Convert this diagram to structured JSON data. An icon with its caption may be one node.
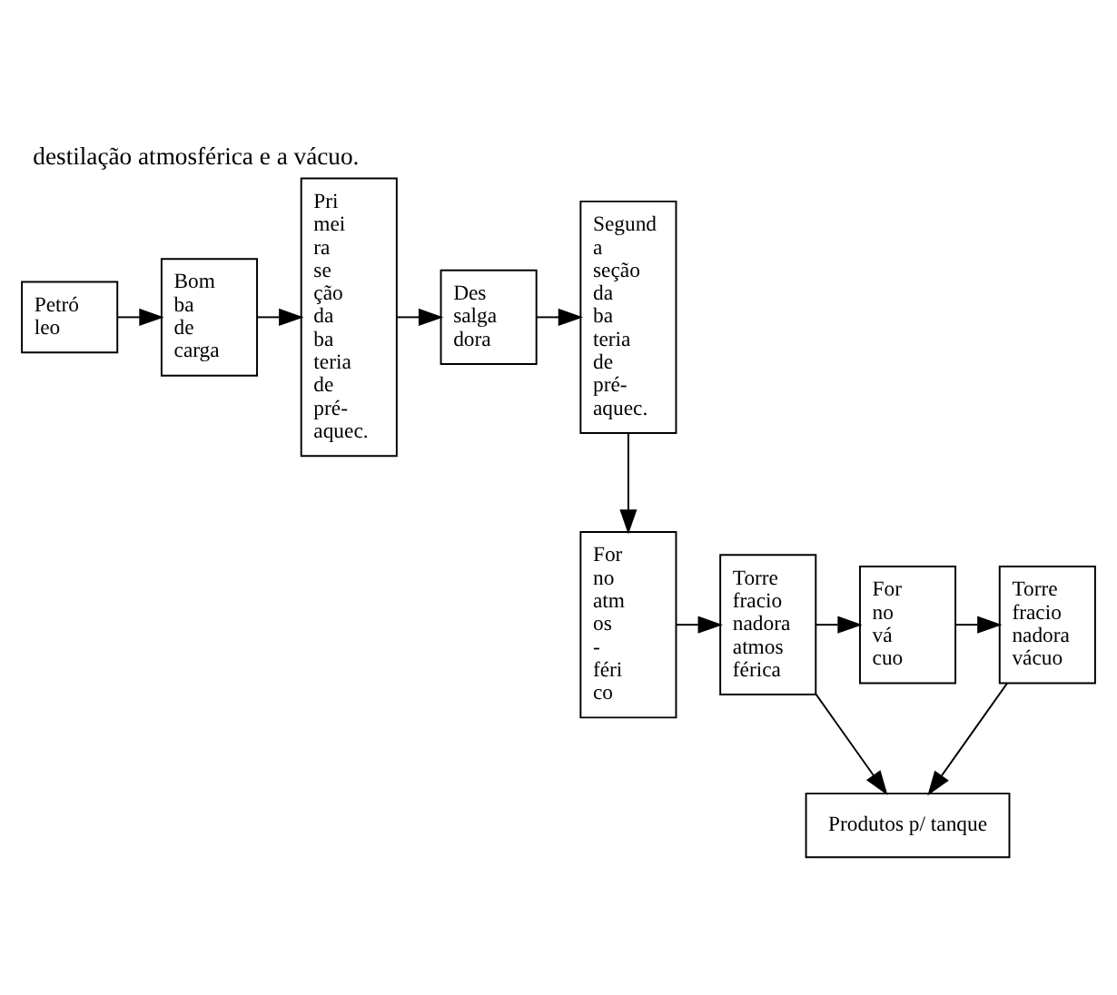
{
  "diagram": {
    "title": "destilação atmosférica e a vácuo.",
    "nodes": [
      {
        "text": [
          "Petró leo"
        ]
      },
      {
        "text": [
          "Bom ba de carga"
        ]
      },
      {
        "text": [
          "Pri mei ra se ção da ba teria de pré- aquec."
        ]
      },
      {
        "text": [
          "Des salga dora"
        ]
      },
      {
        "text": [
          "Segund a seção da ba teria de pré- aquec."
        ]
      },
      {
        "text": [
          "For no atm os - féri co"
        ]
      },
      {
        "text": [
          "Torre fracio nadora atmos férica"
        ]
      },
      {
        "text": [
          "For no vá cuo"
        ]
      },
      {
        "text": [
          "Torre fracio nadora vácuo"
        ]
      },
      {
        "text": [
          "Produtos p/ tanque"
        ]
      }
    ],
    "edges": [
      {
        "from": 0,
        "to": 1,
        "arrow": "to"
      },
      {
        "from": 1,
        "to": 2,
        "arrow": "to"
      },
      {
        "from": 2,
        "to": 3,
        "arrow": "to"
      },
      {
        "from": 3,
        "to": 4,
        "arrow": "to"
      },
      {
        "from": 4,
        "to": 5,
        "arrow": "to"
      },
      {
        "from": 5,
        "to": 6,
        "arrow": "to"
      },
      {
        "from": 6,
        "to": 7,
        "arrow": "to"
      },
      {
        "from": 7,
        "to": 8,
        "arrow": "to"
      },
      {
        "from": 6,
        "to": 9,
        "arrow": "to"
      },
      {
        "from": 8,
        "to": 9,
        "arrow": "to"
      }
    ]
  }
}
